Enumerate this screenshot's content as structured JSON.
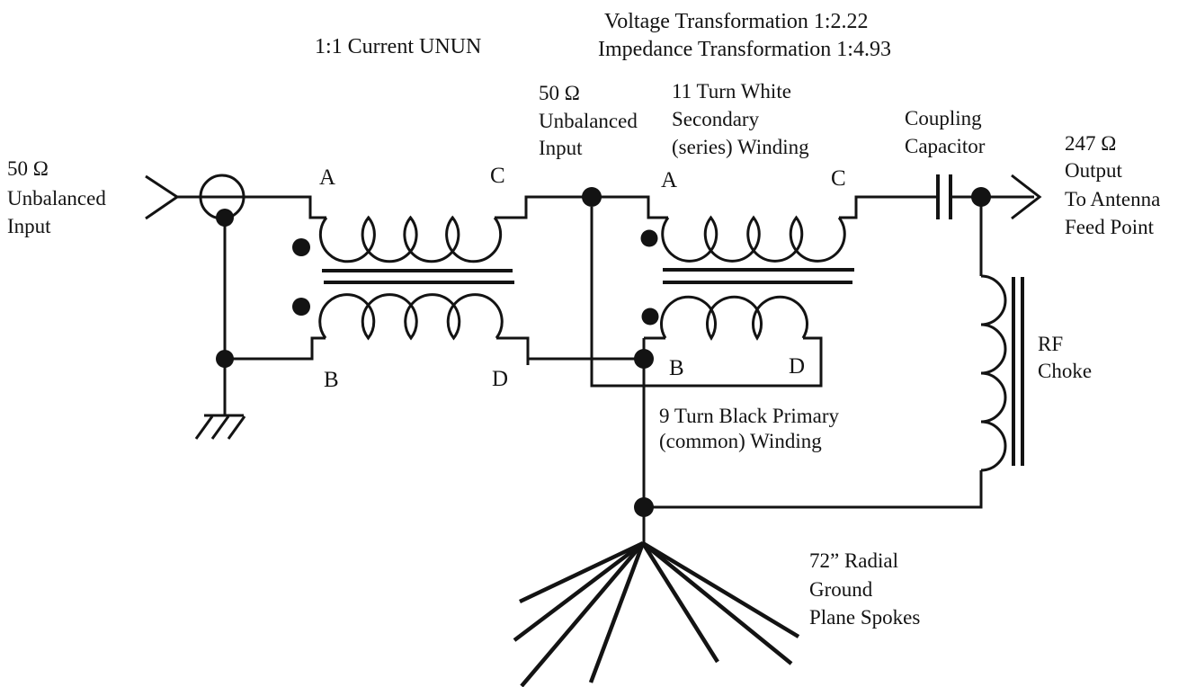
{
  "diagram": {
    "title": "1:1 Current UNUN",
    "transformation_note": {
      "voltage": "Voltage Transformation 1:2.22",
      "impedance": "Impedance Transformation 1:4.93"
    },
    "left_input_label": {
      "line1": "50 Ω",
      "line2": "Unbalanced",
      "line3": "Input"
    },
    "mid_input_label": {
      "line1": "50 Ω",
      "line2": "Unbalanced",
      "line3": "Input"
    },
    "secondary_winding_label": {
      "line1": "11 Turn White",
      "line2": "Secondary",
      "line3": "(series) Winding"
    },
    "primary_winding_label": {
      "line1": "9 Turn Black Primary",
      "line2": "(common) Winding"
    },
    "coupling_capacitor_label": {
      "line1": "Coupling",
      "line2": "Capacitor"
    },
    "output_label": {
      "line1": "247 Ω",
      "line2": "Output",
      "line3": "To Antenna",
      "line4": "Feed Point"
    },
    "rf_choke_label": {
      "line1": "RF",
      "line2": "Choke"
    },
    "radials_label": {
      "line1": "72” Radial",
      "line2": "Ground",
      "line3": "Plane Spokes"
    },
    "terminals": {
      "a": "A",
      "b": "B",
      "c": "C",
      "d": "D"
    },
    "colors": {
      "ink": "#131313",
      "background": "#ffffff"
    }
  }
}
